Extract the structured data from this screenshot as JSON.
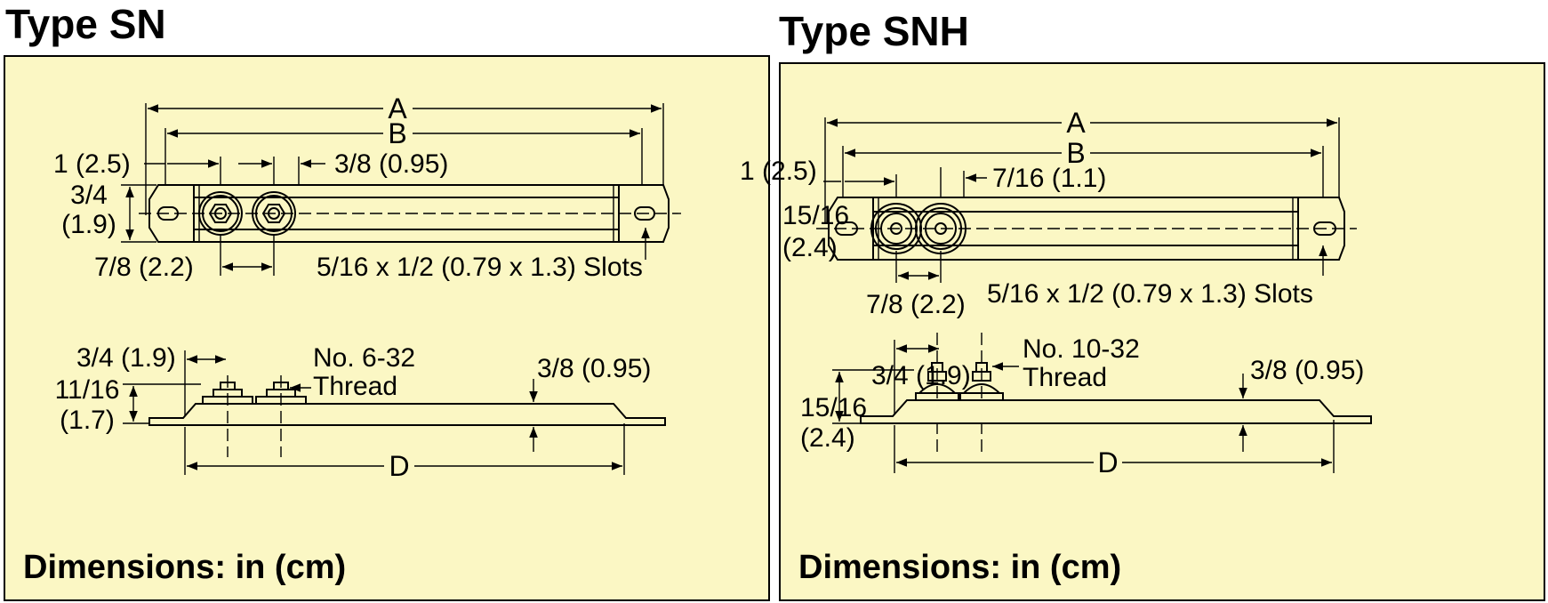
{
  "panels": [
    {
      "title": "Type SN",
      "footer": "Dimensions: in (cm)",
      "labels": {
        "a": "A",
        "b": "B",
        "end_offset": "1 (2.5)",
        "terminal_gap": "3/8 (0.95)",
        "height_in": "3/4",
        "height_cm": "(1.9)",
        "terminal_spacing": "7/8 (2.2)",
        "slots": "5/16 x 1/2 (0.79 x 1.3) Slots",
        "side_offset": "3/4 (1.9)",
        "thread_line1": "No. 6-32",
        "thread_line2": "Thread",
        "side_height_in": "11/16",
        "side_height_cm": "(1.7)",
        "thickness": "3/8 (0.95)",
        "d": "D"
      }
    },
    {
      "title": "Type SNH",
      "footer": "Dimensions: in (cm)",
      "labels": {
        "a": "A",
        "b": "B",
        "end_offset": "1 (2.5)",
        "terminal_gap": "7/16 (1.1)",
        "height_in": "15/16",
        "height_cm": "(2.4)",
        "terminal_spacing": "7/8 (2.2)",
        "slots": "5/16 x 1/2 (0.79 x 1.3) Slots",
        "side_offset": "3/4 (1.9)",
        "thread_line1": "No. 10-32",
        "thread_line2": "Thread",
        "side_height_in": "15/16",
        "side_height_cm": "(2.4)",
        "thickness": "3/8 (0.95)",
        "d": "D"
      }
    }
  ]
}
